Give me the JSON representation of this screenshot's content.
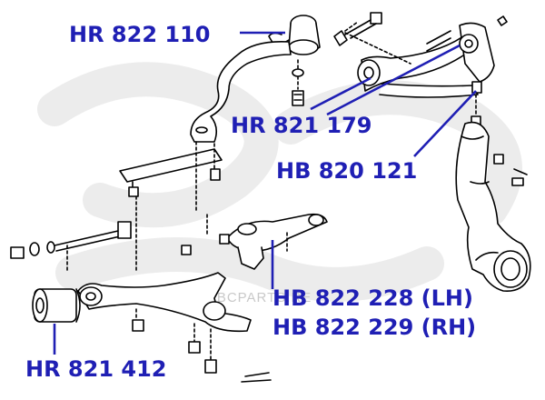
{
  "watermark": {
    "text": "WWW.ABCPARTS.RE"
  },
  "labels": {
    "hr_822_110": "HR 822 110",
    "hr_821_179": "HR 821 179",
    "hb_820_121": "HB 820 121",
    "hb_822_228": "HB 822 228 (LH)",
    "hb_822_229": "HB 822 229 (RH)",
    "hr_821_412": "HR 821 412"
  },
  "colors": {
    "label": "#1f1fb4",
    "line": "#000000",
    "watermark_logo": "#e8e8e8"
  }
}
